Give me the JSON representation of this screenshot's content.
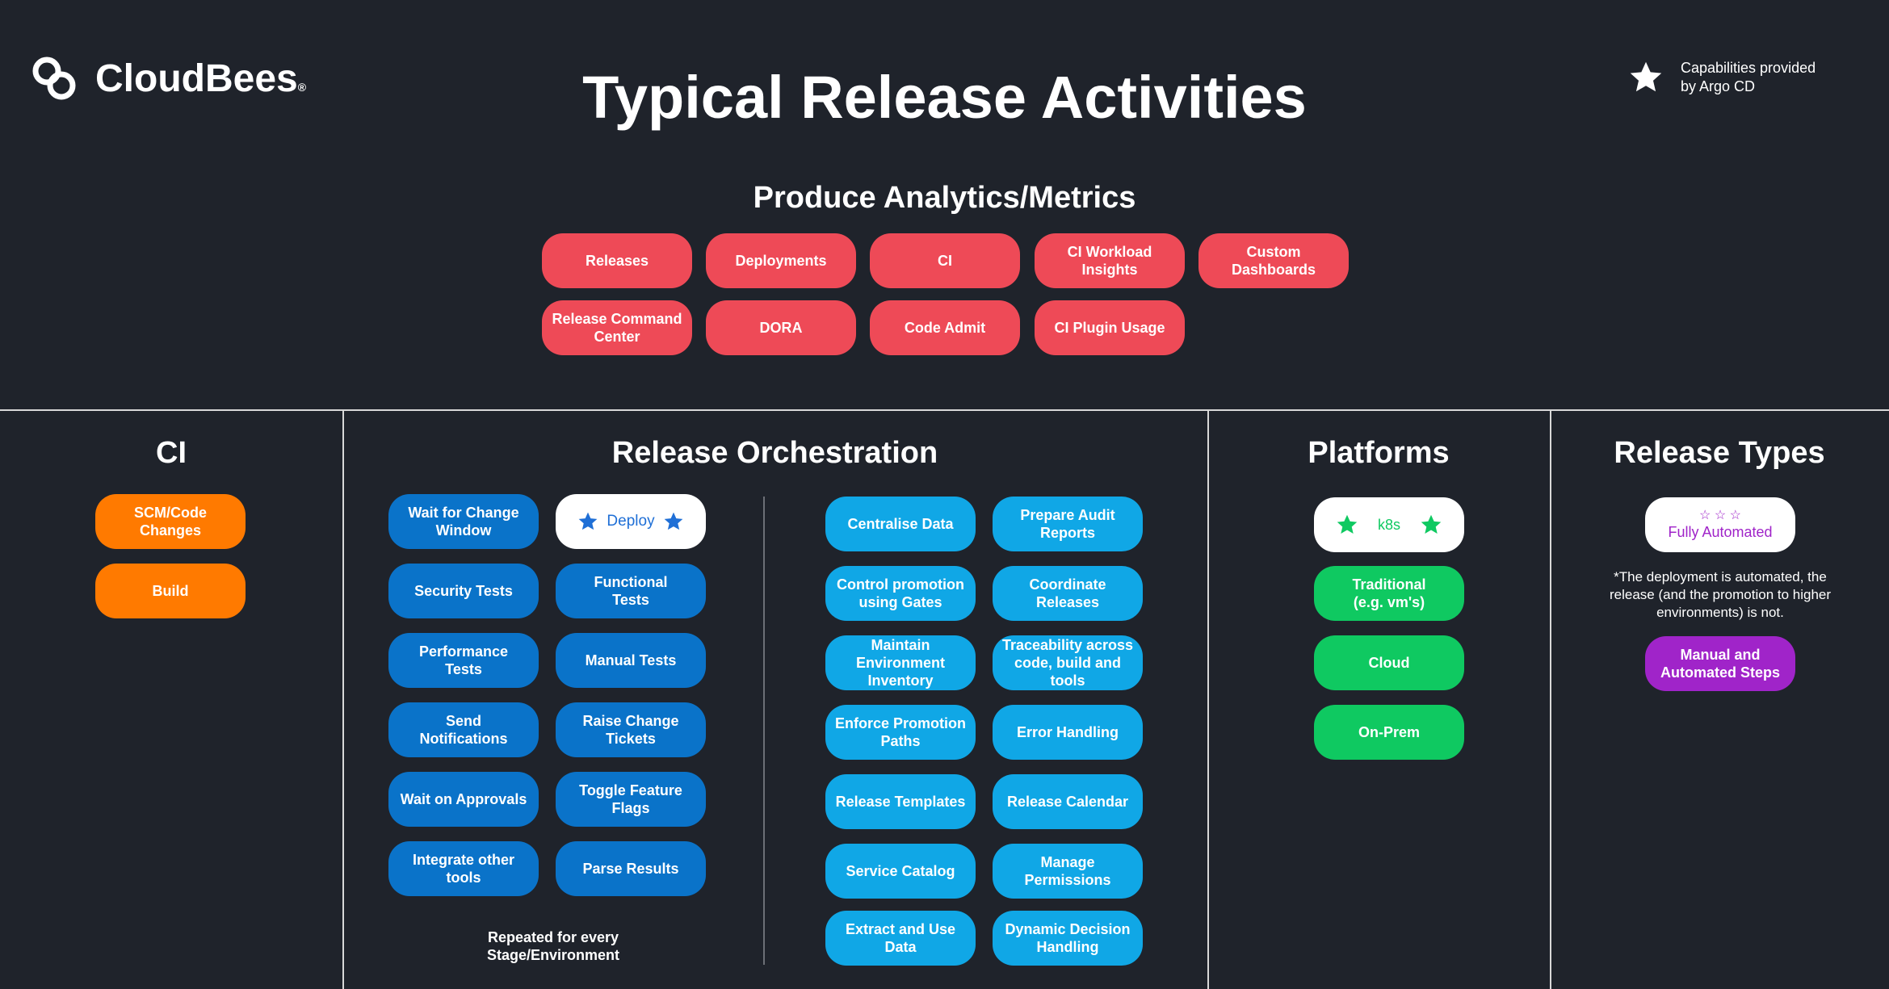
{
  "brand": {
    "name": "CloudBees",
    "registered": "®"
  },
  "title": "Typical Release Activities",
  "legend": {
    "text_line1": "Capabilities provided",
    "text_line2": "by Argo CD",
    "icon": "star-icon"
  },
  "analytics": {
    "heading": "Produce Analytics/Metrics",
    "row1": [
      "Releases",
      "Deployments",
      "CI",
      "CI Workload\nInsights",
      "Custom\nDashboards"
    ],
    "row2": [
      "Release Command\nCenter",
      "DORA",
      "Code Admit",
      "CI Plugin Usage"
    ]
  },
  "ci": {
    "heading": "CI",
    "items": [
      "SCM/Code\nChanges",
      "Build"
    ]
  },
  "orchestration": {
    "heading": "Release Orchestration",
    "deploy_label": "Deploy",
    "left_col1": [
      "Wait for Change\nWindow",
      "Security Tests",
      "Performance\nTests",
      "Send\nNotifications",
      "Wait on Approvals",
      "Integrate other\ntools"
    ],
    "left_col2": [
      "Functional\nTests",
      "Manual Tests",
      "Raise Change\nTickets",
      "Toggle Feature\nFlags",
      "Parse Results"
    ],
    "repeated_note": "Repeated for every\nStage/Environment",
    "right_col1": [
      "Centralise Data",
      "Control promotion\nusing Gates",
      "Maintain\nEnvironment\nInventory",
      "Enforce Promotion\nPaths",
      "Release Templates",
      "Service Catalog",
      "Extract and Use\nData"
    ],
    "right_col2": [
      "Prepare Audit\nReports",
      "Coordinate\nReleases",
      "Traceability across\ncode, build and tools",
      "Error Handling",
      "Release Calendar",
      "Manage Permissions",
      "Dynamic Decision\nHandling"
    ]
  },
  "platforms": {
    "heading": "Platforms",
    "k8s_label": "k8s",
    "items": [
      "Traditional\n(e.g. vm's)",
      "Cloud",
      "On-Prem"
    ]
  },
  "release_types": {
    "heading": "Release Types",
    "fully_automated": "Fully Automated",
    "stars": "☆ ☆ ☆",
    "note": "*The deployment is automated, the\nrelease (and the promotion to higher\nenvironments) is not.",
    "manual": "Manual and\nAutomated Steps"
  },
  "colors": {
    "background": "#1f232b",
    "analytics": "#ee4a57",
    "ci": "#ff7a00",
    "orchestration_left": "#0a73c9",
    "orchestration_right": "#10a7e6",
    "platforms": "#0fc961",
    "release_manual": "#a024c9",
    "star_green": "#0fc961",
    "star_blue": "#1f6fd6"
  }
}
